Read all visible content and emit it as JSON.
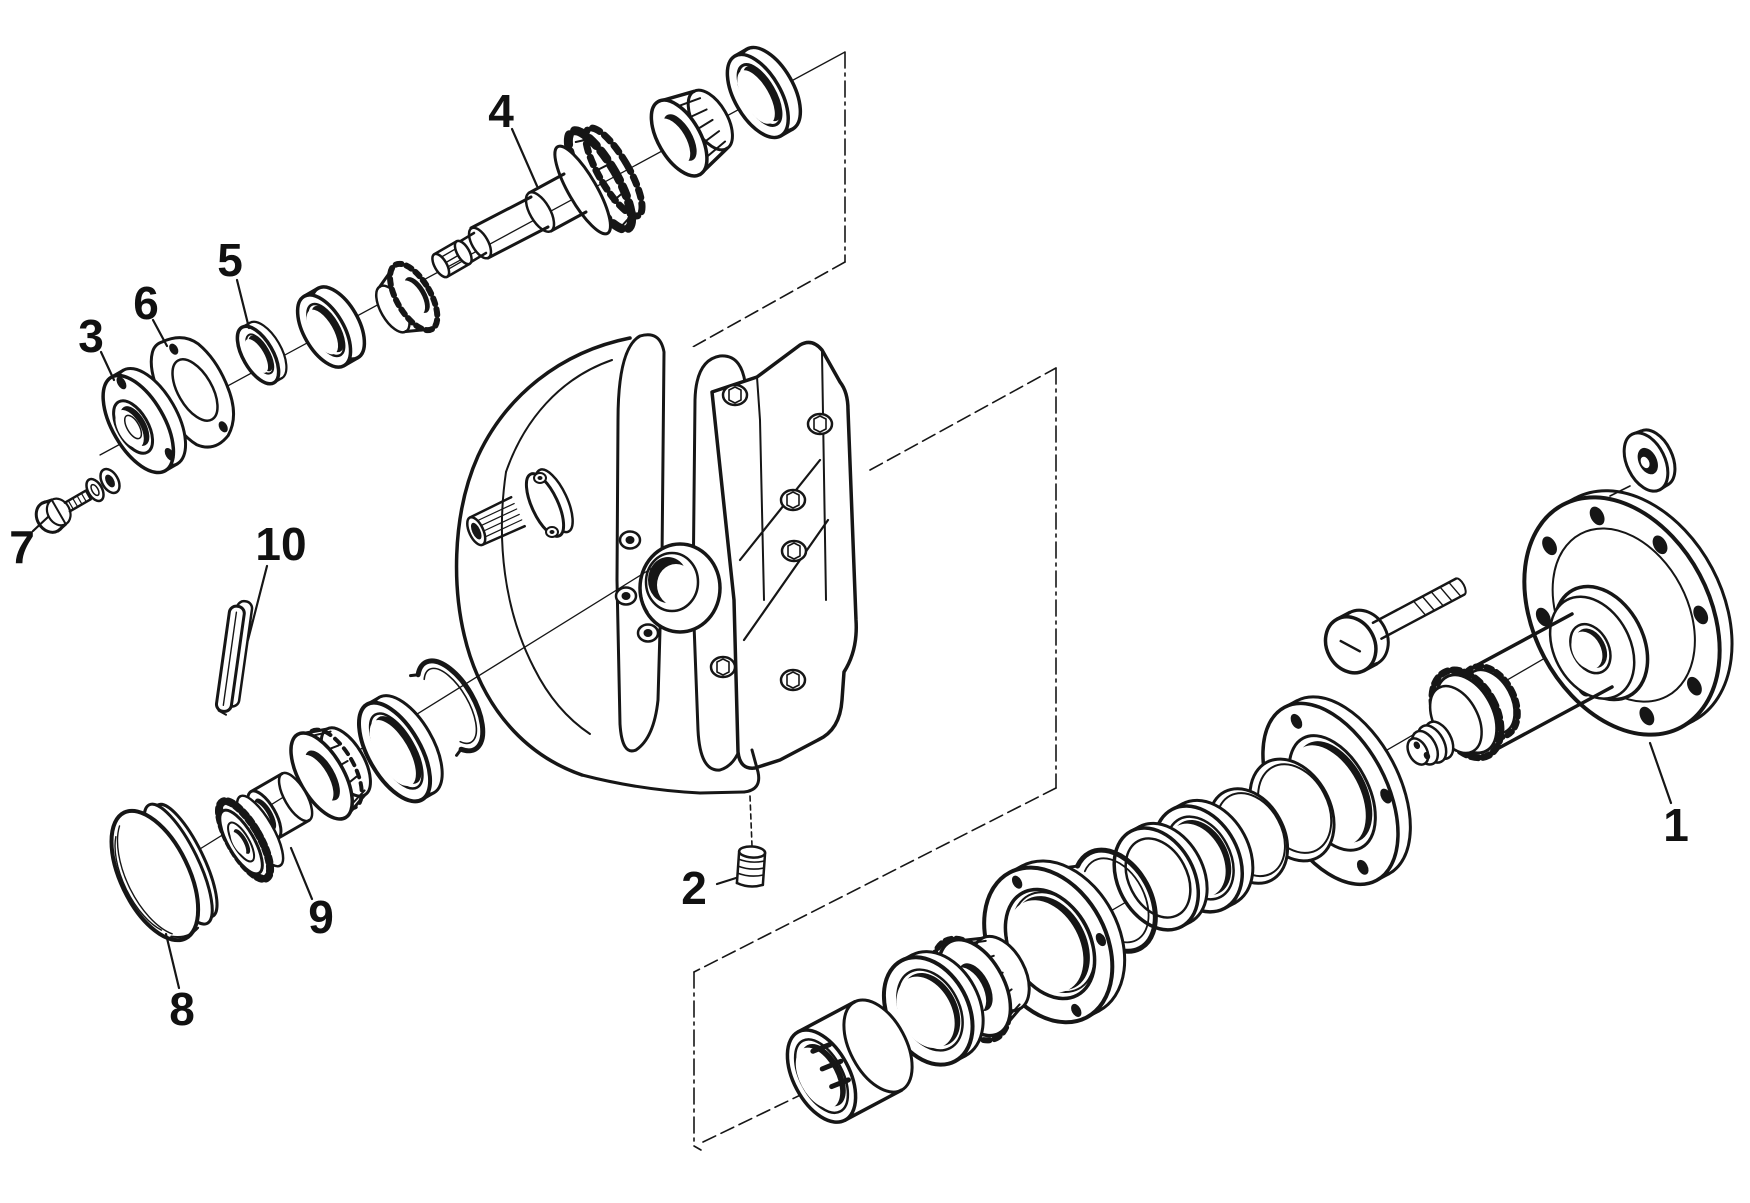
{
  "figure": {
    "kind": "exploded-parts-diagram",
    "background": "#ffffff",
    "line_color": "#161616"
  },
  "callouts": [
    {
      "number": "1"
    },
    {
      "number": "2"
    },
    {
      "number": "3"
    },
    {
      "number": "4"
    },
    {
      "number": "5"
    },
    {
      "number": "6"
    },
    {
      "number": "7"
    },
    {
      "number": "8"
    },
    {
      "number": "9"
    },
    {
      "number": "10"
    }
  ]
}
